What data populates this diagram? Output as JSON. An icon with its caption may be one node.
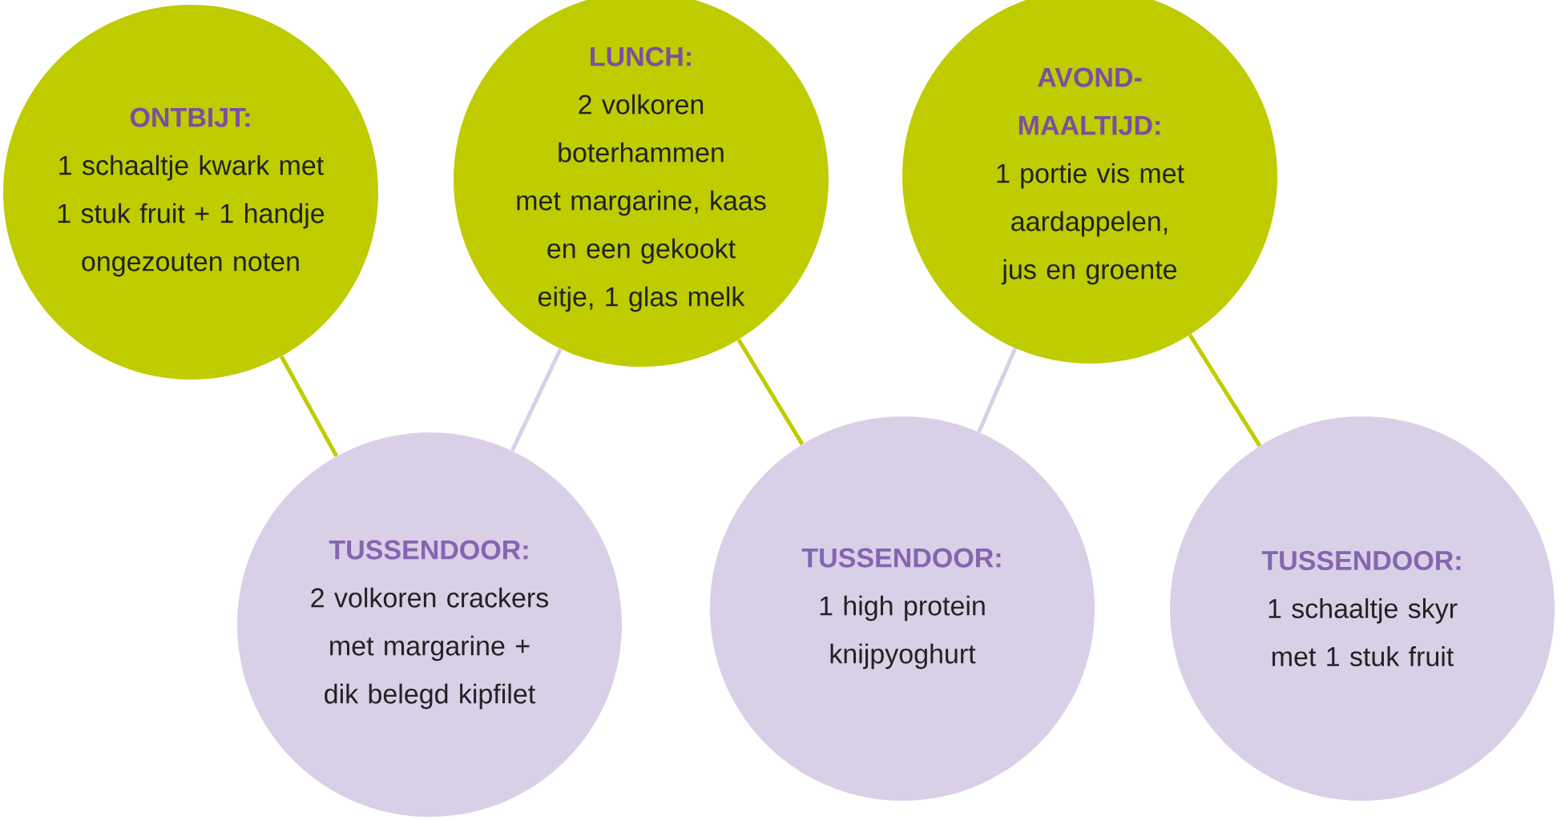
{
  "diagram": {
    "nodes": [
      {
        "text": [
          "ONTBIJT:",
          "1 schaaltje kwark met 1 stuk fruit + 1 handje ongezouten noten"
        ]
      },
      {
        "text": [
          "LUNCH:",
          "2 volkoren boterhammen met margarine, kaas en een gekookt eitje, 1 glas melk"
        ]
      },
      {
        "text": [
          "AVOND-MAALTIJD:",
          "1 portie vis met aardappelen, jus en groente"
        ]
      },
      {
        "text": [
          "TUSSENDOOR:",
          "2 volkoren crackers met margarine + dik belegd kipfilet"
        ]
      },
      {
        "text": [
          "TUSSENDOOR:",
          "1 high protein knijpyoghurt"
        ]
      },
      {
        "text": [
          "TUSSENDOOR:",
          "1 schaaltje skyr met 1 stuk fruit"
        ]
      }
    ],
    "edges": [
      {
        "from": 0,
        "to": 3,
        "arrow": "none"
      },
      {
        "from": 3,
        "to": 1,
        "arrow": "none",
        "color": "#d9d0e8"
      },
      {
        "from": 1,
        "to": 4,
        "arrow": "none"
      },
      {
        "from": 4,
        "to": 2,
        "arrow": "none",
        "color": "#d9d0e8"
      },
      {
        "from": 2,
        "to": 5,
        "arrow": "none"
      }
    ]
  }
}
